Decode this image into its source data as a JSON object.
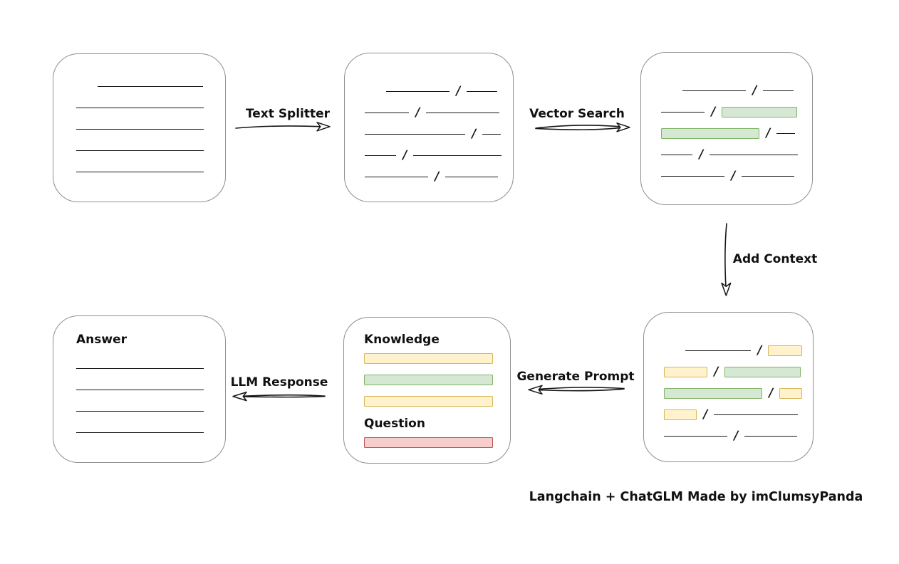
{
  "diagram": {
    "caption": "Langchain + ChatGLM Made by imClumsyPanda",
    "colors": {
      "box_stroke": "#8f8f8f",
      "line_color": "#151515",
      "green_fill": "#d5e8d4",
      "green_stroke": "#82b366",
      "yellow_fill": "#fff2cc",
      "yellow_stroke": "#d6b656",
      "red_fill": "#f8cecc",
      "red_stroke": "#b85450"
    },
    "arrows": {
      "text_splitter": {
        "label": "Text Splitter"
      },
      "vector_search": {
        "label": "Vector Search"
      },
      "add_context": {
        "label": "Add Context"
      },
      "generate_prompt": {
        "label": "Generate Prompt"
      },
      "llm_response": {
        "label": "LLM Response"
      }
    },
    "nodes": {
      "source_document": {
        "rows": [
          {
            "indent": 30,
            "segments": [
              {
                "k": "line",
                "w": 148
              }
            ]
          },
          {
            "indent": 0,
            "segments": [
              {
                "k": "line",
                "w": 179
              }
            ]
          },
          {
            "indent": 0,
            "segments": [
              {
                "k": "line",
                "w": 179
              }
            ]
          },
          {
            "indent": 0,
            "segments": [
              {
                "k": "line",
                "w": 179
              }
            ]
          },
          {
            "indent": 0,
            "segments": [
              {
                "k": "line",
                "w": 179
              }
            ]
          }
        ]
      },
      "split_text": {
        "rows": [
          {
            "indent": 30,
            "segments": [
              {
                "k": "line",
                "w": 89
              },
              {
                "k": "slash"
              },
              {
                "k": "line",
                "w": 43
              }
            ]
          },
          {
            "indent": 0,
            "segments": [
              {
                "k": "line",
                "w": 62
              },
              {
                "k": "slash"
              },
              {
                "k": "line",
                "w": 103
              }
            ]
          },
          {
            "indent": 0,
            "segments": [
              {
                "k": "line",
                "w": 141
              },
              {
                "k": "slash"
              },
              {
                "k": "line",
                "w": 26
              }
            ]
          },
          {
            "indent": 0,
            "segments": [
              {
                "k": "line",
                "w": 44
              },
              {
                "k": "slash"
              },
              {
                "k": "line",
                "w": 124
              }
            ]
          },
          {
            "indent": 0,
            "segments": [
              {
                "k": "line",
                "w": 89
              },
              {
                "k": "slash"
              },
              {
                "k": "line",
                "w": 74
              }
            ]
          }
        ]
      },
      "vector_matches": {
        "rows": [
          {
            "indent": 30,
            "segments": [
              {
                "k": "line",
                "w": 89
              },
              {
                "k": "slash"
              },
              {
                "k": "line",
                "w": 43
              }
            ]
          },
          {
            "indent": 0,
            "segments": [
              {
                "k": "line",
                "w": 61
              },
              {
                "k": "slash"
              },
              {
                "k": "chip",
                "c": "green",
                "w": 106
              }
            ]
          },
          {
            "indent": 0,
            "segments": [
              {
                "k": "chip",
                "c": "green",
                "w": 138
              },
              {
                "k": "slash"
              },
              {
                "k": "line",
                "w": 26
              }
            ]
          },
          {
            "indent": 0,
            "segments": [
              {
                "k": "line",
                "w": 44
              },
              {
                "k": "slash"
              },
              {
                "k": "line",
                "w": 124
              }
            ]
          },
          {
            "indent": 0,
            "segments": [
              {
                "k": "line",
                "w": 89
              },
              {
                "k": "slash"
              },
              {
                "k": "line",
                "w": 74
              }
            ]
          }
        ]
      },
      "context_chunks": {
        "rows": [
          {
            "indent": 30,
            "segments": [
              {
                "k": "line",
                "w": 92
              },
              {
                "k": "slash"
              },
              {
                "k": "chip",
                "c": "yellow",
                "w": 48
              }
            ]
          },
          {
            "indent": 0,
            "segments": [
              {
                "k": "chip",
                "c": "yellow",
                "w": 61
              },
              {
                "k": "slash"
              },
              {
                "k": "chip",
                "c": "green",
                "w": 107
              }
            ]
          },
          {
            "indent": 0,
            "segments": [
              {
                "k": "chip",
                "c": "green",
                "w": 138
              },
              {
                "k": "slash"
              },
              {
                "k": "chip",
                "c": "yellow",
                "w": 32
              }
            ]
          },
          {
            "indent": 0,
            "segments": [
              {
                "k": "chip",
                "c": "yellow",
                "w": 46
              },
              {
                "k": "slash"
              },
              {
                "k": "line",
                "w": 118
              }
            ]
          },
          {
            "indent": 0,
            "segments": [
              {
                "k": "line",
                "w": 89
              },
              {
                "k": "slash"
              },
              {
                "k": "line",
                "w": 74
              }
            ]
          }
        ]
      },
      "prompt": {
        "knowledge_label": "Knowledge",
        "knowledge_rows": [
          {
            "indent": 0,
            "segments": [
              {
                "k": "chip",
                "c": "yellow",
                "w": 183
              }
            ]
          },
          {
            "indent": 0,
            "segments": [
              {
                "k": "chip",
                "c": "green",
                "w": 182
              }
            ]
          },
          {
            "indent": 0,
            "segments": [
              {
                "k": "chip",
                "c": "yellow",
                "w": 181
              }
            ]
          }
        ],
        "question_label": "Question",
        "question_rows": [
          {
            "indent": 0,
            "segments": [
              {
                "k": "chip",
                "c": "red",
                "w": 183
              }
            ]
          }
        ]
      },
      "answer": {
        "label": "Answer",
        "rows": [
          {
            "indent": 0,
            "segments": [
              {
                "k": "line",
                "w": 179
              }
            ]
          },
          {
            "indent": 0,
            "segments": [
              {
                "k": "line",
                "w": 179
              }
            ]
          },
          {
            "indent": 0,
            "segments": [
              {
                "k": "line",
                "w": 179
              }
            ]
          },
          {
            "indent": 0,
            "segments": [
              {
                "k": "line",
                "w": 179
              }
            ]
          }
        ]
      }
    }
  }
}
